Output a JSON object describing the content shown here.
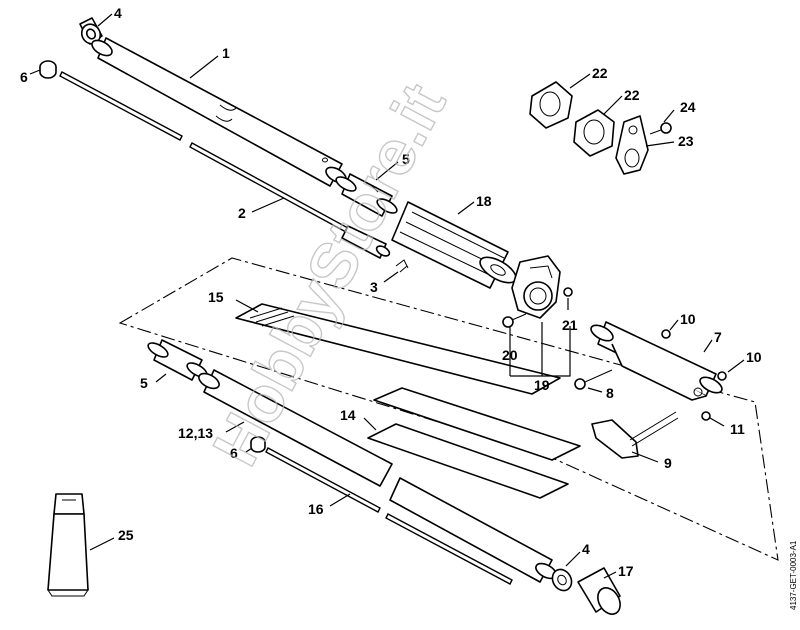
{
  "document_code": "4137-GET-0003-A1",
  "watermark": "HobbyStore.it",
  "callouts": {
    "c1": "1",
    "c2": "2",
    "c3": "3",
    "c4a": "4",
    "c4b": "4",
    "c5a": "5",
    "c5b": "5",
    "c6a": "6",
    "c6b": "6",
    "c7": "7",
    "c8": "8",
    "c9": "9",
    "c10a": "10",
    "c10b": "10",
    "c11": "11",
    "c1213": "12,13",
    "c14": "14",
    "c15": "15",
    "c16": "16",
    "c17": "17",
    "c18": "18",
    "c19": "19",
    "c20": "20",
    "c21": "21",
    "c22a": "22",
    "c22b": "22",
    "c23": "23",
    "c24": "24",
    "c25": "25"
  }
}
